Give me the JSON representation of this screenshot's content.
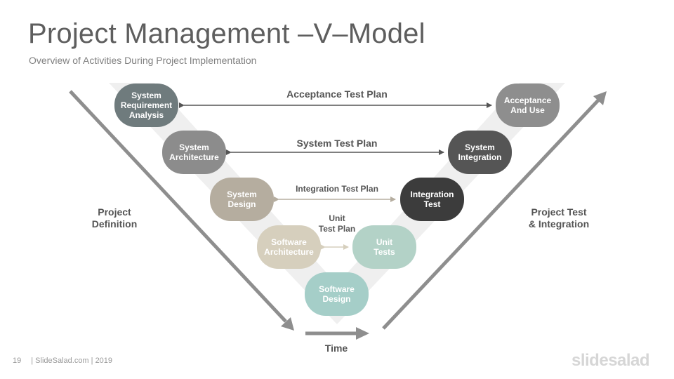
{
  "header": {
    "title": "Project Management –V–Model",
    "subtitle": "Overview of Activities During Project Implementation"
  },
  "nodes": {
    "system_requirement_analysis": {
      "label": "System\nRequirement\nAnalysis",
      "color": "#6f7b7d"
    },
    "system_architecture": {
      "label": "System\nArchitecture",
      "color": "#8c8c8c"
    },
    "system_design": {
      "label": "System\nDesign",
      "color": "#b5ad9f"
    },
    "software_architecture": {
      "label": "Software\nArchitecture",
      "color": "#d6cfbd"
    },
    "software_design": {
      "label": "Software\nDesign",
      "color": "#a5cec8"
    },
    "unit_tests": {
      "label": "Unit\nTests",
      "color": "#b3d2c7"
    },
    "integration_test": {
      "label": "Integration\nTest",
      "color": "#3c3c3c"
    },
    "system_integration": {
      "label": "System\nIntegration",
      "color": "#555555"
    },
    "acceptance_and_use": {
      "label": "Acceptance\nAnd Use",
      "color": "#8e8e8e"
    }
  },
  "plans": {
    "acceptance": "Acceptance Test Plan",
    "system": "System Test Plan",
    "integration": "Integration Test Plan",
    "unit": "Unit\nTest Plan"
  },
  "sides": {
    "left": "Project\nDefinition",
    "right": "Project Test\n& Integration"
  },
  "axis": {
    "time": "Time"
  },
  "footer": {
    "page_number": "19",
    "source": "| SlideSalad.com | 2019"
  },
  "logo": "slidesalad",
  "colors": {
    "background_v": "#efefef",
    "arrow_gray": "#8e8e8e",
    "connector_dark": "#555555",
    "connector_gray": "#8c8c8c",
    "connector_tan": "#b5ad9f",
    "connector_light_tan": "#d6cfbd"
  }
}
